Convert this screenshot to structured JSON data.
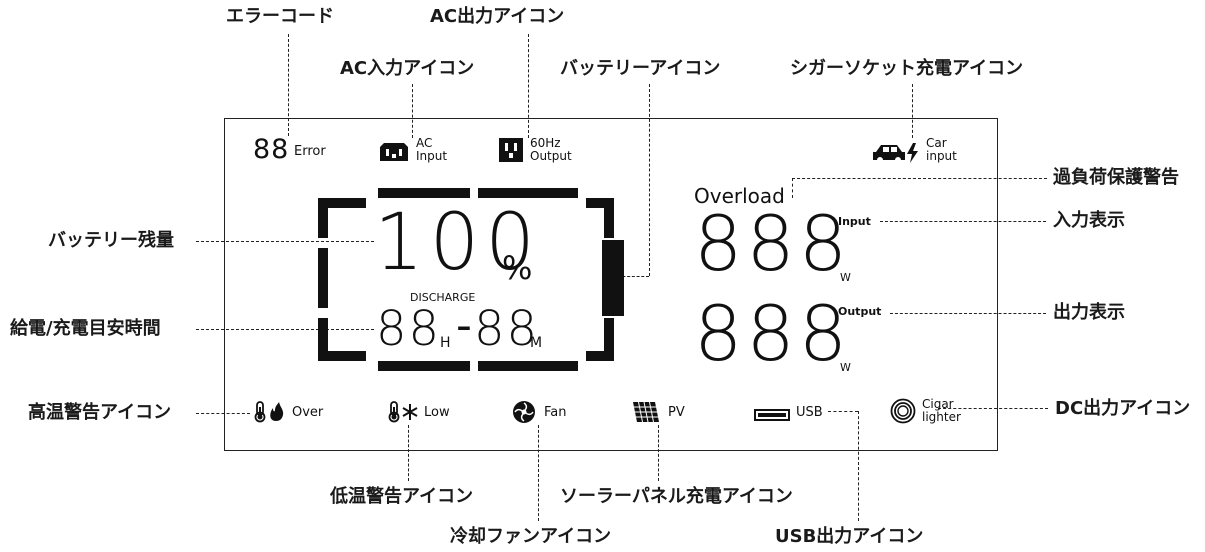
{
  "callouts": {
    "error_code": "エラーコード",
    "ac_output_icon": "AC出力アイコン",
    "ac_input_icon": "AC入力アイコン",
    "battery_icon": "バッテリーアイコン",
    "cigar_socket_icon": "シガーソケット充電アイコン",
    "overload_warning": "過負荷保護警告",
    "input_display": "入力表示",
    "output_display": "出力表示",
    "battery_level": "バッテリー残量",
    "time_estimate": "給電/充電目安時間",
    "high_temp_icon": "高温警告アイコン",
    "dc_output_icon": "DC出力アイコン",
    "low_temp_icon": "低温警告アイコン",
    "solar_icon": "ソーラーパネル充電アイコン",
    "fan_icon": "冷却ファンアイコン",
    "usb_output_icon": "USB出力アイコン"
  },
  "display": {
    "error_digits": "88",
    "error_label": "Error",
    "ac_input_l1": "AC",
    "ac_input_l2": "Input",
    "ac_output_hz": "60Hz",
    "ac_output_label": "Output",
    "car_l1": "Car",
    "car_l2": "input",
    "battery_percent": "100",
    "percent_sign": "%",
    "discharge_label": "DISCHARGE",
    "hours_digits": "88",
    "hours_unit": "H",
    "dash": "-",
    "minutes_digits": "88",
    "minutes_unit": "M",
    "overload_label": "Overload",
    "input_label": "Input",
    "input_digits": "888",
    "input_unit": "W",
    "output_label": "Output",
    "output_digits": "888",
    "output_unit": "W",
    "over_label": "Over",
    "low_label": "Low",
    "fan_label": "Fan",
    "pv_label": "PV",
    "usb_label": "USB",
    "cigar_l1": "Cigar",
    "cigar_l2": "lighter"
  }
}
